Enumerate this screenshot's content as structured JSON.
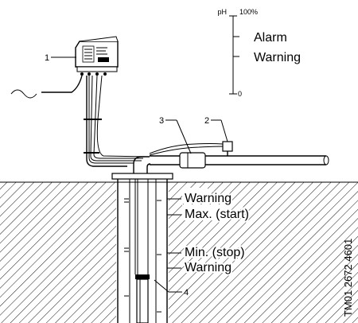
{
  "scale": {
    "axis_label": "pH",
    "top_value": "100%",
    "bottom_value": "0",
    "alarm_label": "Alarm",
    "warning_label": "Warning"
  },
  "callouts": [
    "1",
    "2",
    "3",
    "4"
  ],
  "well_levels": {
    "warning_top": "Warning",
    "max_start": "Max. (start)",
    "min_stop": "Min. (stop)",
    "warning_bottom": "Warning"
  },
  "drawing_code": "TM01 2672 4601"
}
